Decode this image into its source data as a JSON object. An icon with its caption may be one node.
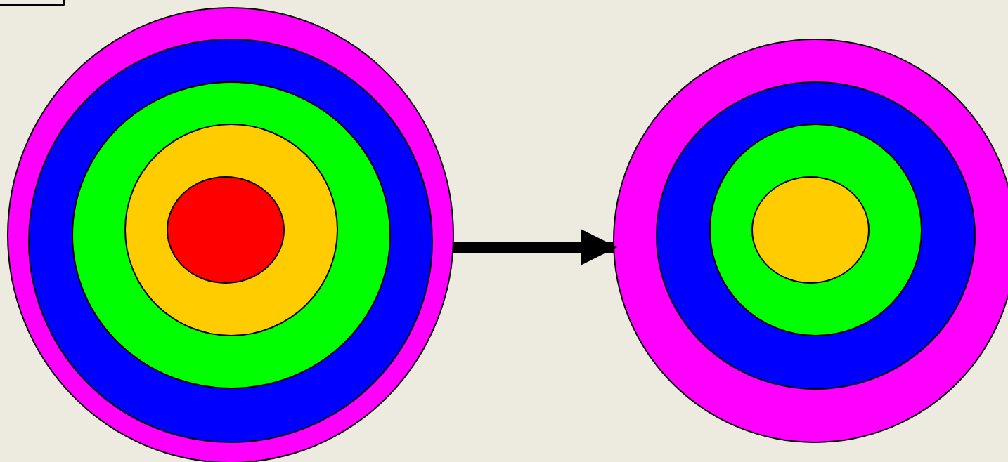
{
  "diagram": {
    "nodes": [
      {
        "text": [],
        "shape": "box"
      },
      {
        "text": [],
        "shape": "circle"
      },
      {
        "text": [],
        "shape": "circle",
        "in": 1
      },
      {
        "text": [],
        "shape": "circle",
        "in": 2
      },
      {
        "text": [],
        "shape": "circle",
        "in": 3
      },
      {
        "text": [],
        "shape": "circle",
        "in": 4
      },
      {
        "text": [],
        "shape": "circle"
      },
      {
        "text": [],
        "shape": "circle",
        "in": 6
      },
      {
        "text": [],
        "shape": "circle",
        "in": 7
      },
      {
        "text": [],
        "shape": "circle",
        "in": 8
      }
    ],
    "edges": [
      {
        "from": 1,
        "to": 6,
        "arrow": "to"
      }
    ]
  }
}
